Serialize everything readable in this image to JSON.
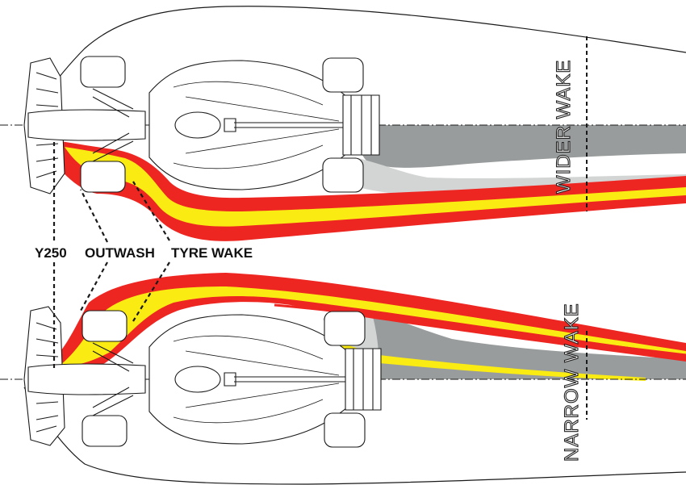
{
  "labels": {
    "y250": "Y250",
    "outwash": "OUTWASH",
    "tyre_wake": "TYRE WAKE",
    "wider_wake": "WIDER WAKE",
    "narrow_wake": "NARROW WAKE"
  },
  "colors": {
    "outline": "#1a1a1a",
    "wake_grey": "#999c9c",
    "wake_light": "#d3d5d5",
    "vortex_red": "#ee2622",
    "vortex_yellow": "#faeb13",
    "background": "#ffffff"
  }
}
